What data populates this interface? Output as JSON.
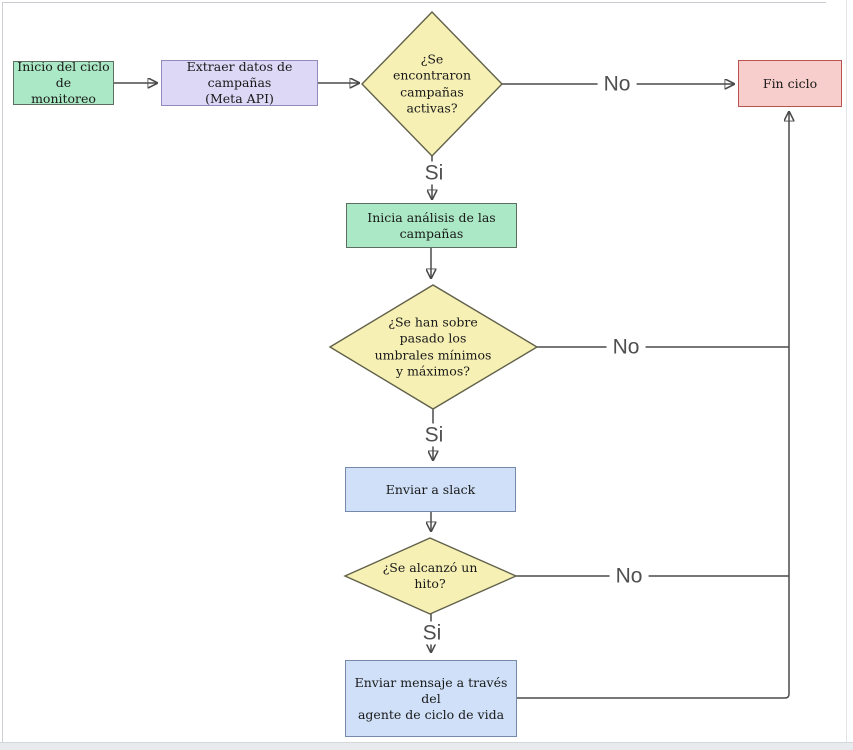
{
  "colors": {
    "process_green_fill": "#abe8c5",
    "process_green_border": "#5c6e62",
    "process_purple_fill": "#dcd8f6",
    "process_purple_border": "#8f8bbb",
    "process_blue_fill": "#cfe0f8",
    "process_blue_border": "#7589ab",
    "decision_yellow_fill": "#f6f0b5",
    "decision_yellow_border": "#61614a",
    "terminator_pink_fill": "#f7cecb",
    "terminator_pink_border": "#b85450",
    "connector_line": "#4a4a4a",
    "edge_label_text": "#4f4f4f"
  },
  "nodes": {
    "start": {
      "label": "Inicio del ciclo de\nmonitoreo"
    },
    "extract": {
      "label": "Extraer datos de campañas\n(Meta API)"
    },
    "decision_campaigns": {
      "label": "¿Se\nencontraron\ncampañas\nactivas?"
    },
    "fin": {
      "label": "Fin ciclo"
    },
    "analysis": {
      "label": "Inicia análisis de las campañas"
    },
    "decision_thresholds": {
      "label": "¿Se han sobre\npasado los\numbrales mínimos\ny máximos?"
    },
    "slack": {
      "label": "Enviar a slack"
    },
    "decision_milestone": {
      "label": "¿Se alcanzó un\nhito?"
    },
    "message": {
      "label": "Enviar mensaje a través del\nagente de ciclo de vida"
    }
  },
  "edges": {
    "no_campaigns": {
      "label": "No"
    },
    "si_campaigns": {
      "label": "Si"
    },
    "no_thresholds": {
      "label": "No"
    },
    "si_thresholds": {
      "label": "Si"
    },
    "no_milestone": {
      "label": "No"
    },
    "si_milestone": {
      "label": "Si"
    }
  }
}
